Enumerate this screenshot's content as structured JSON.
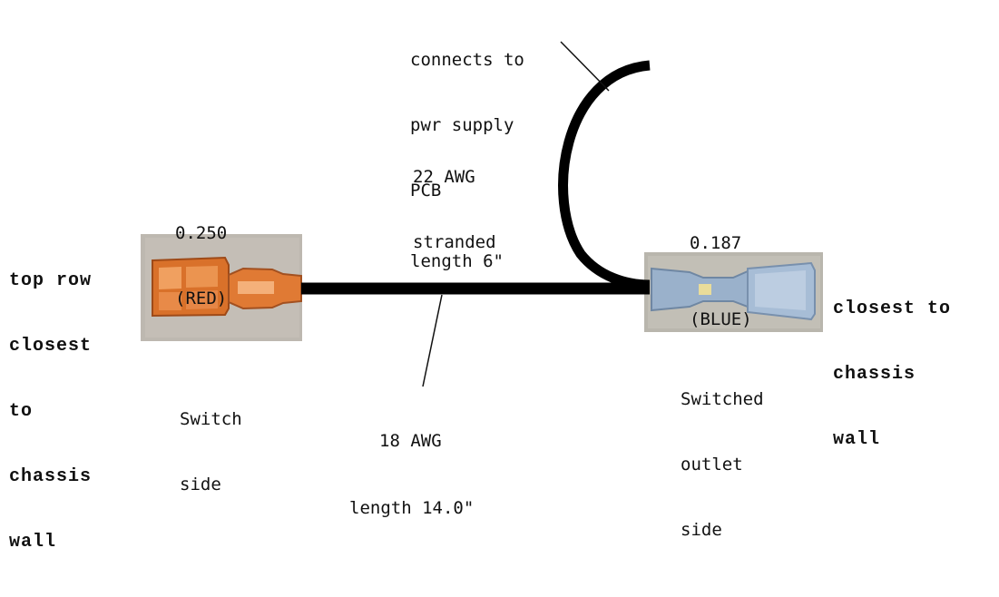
{
  "labels": {
    "pwr_supply": [
      "connects to",
      "pwr supply",
      "PCB",
      "length 6\""
    ],
    "awg22": [
      "22 AWG",
      "stranded"
    ],
    "red_size": [
      "0.250",
      "(RED)"
    ],
    "blue_size": [
      "0.187",
      "(BLUE)"
    ],
    "left_side": [
      "top row",
      "closest",
      "to",
      "chassis",
      "wall"
    ],
    "right_side": [
      "closest to",
      "chassis",
      "wall"
    ],
    "switch_side": [
      "Switch",
      "side"
    ],
    "switched_outlet": [
      "Switched",
      "outlet",
      "side"
    ],
    "awg18": [
      "18 AWG",
      "length 14.0\""
    ]
  },
  "colors": {
    "wire": "#000000",
    "red_terminal": "#d2691e",
    "blue_terminal": "#9fb6cf"
  }
}
